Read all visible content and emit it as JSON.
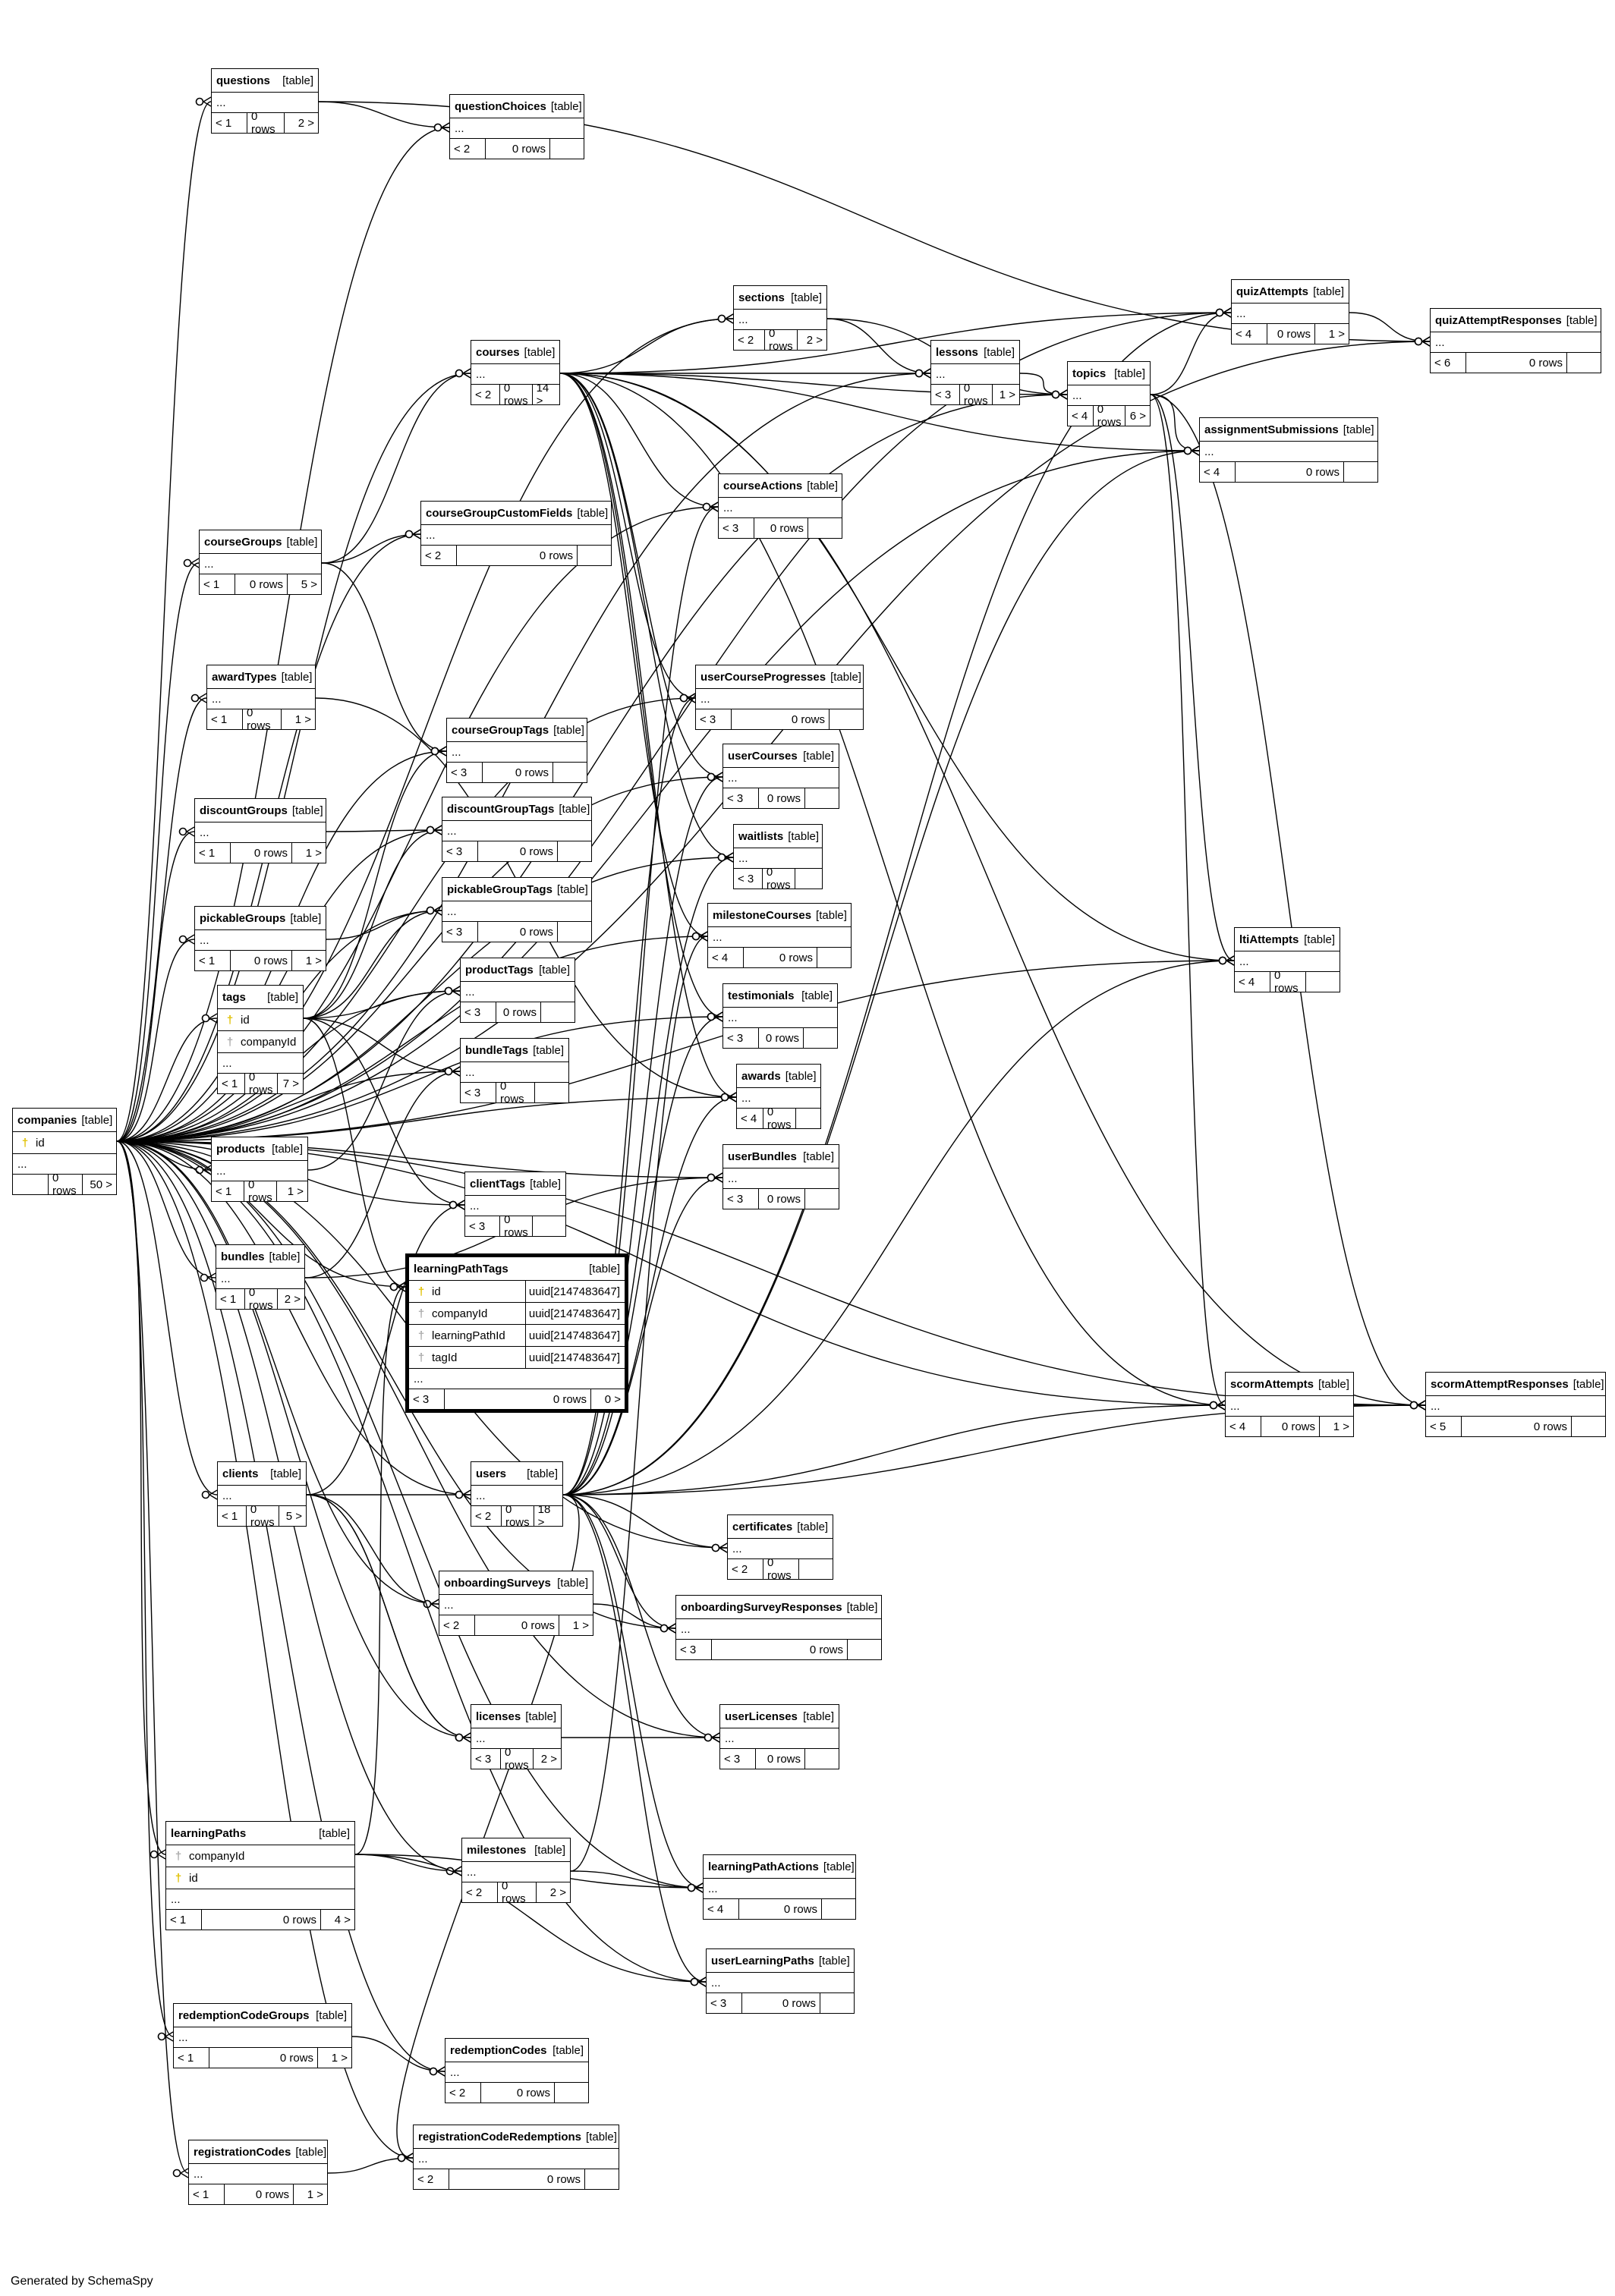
{
  "credit": "Generated by SchemaSpy",
  "kind_label": "[table]",
  "ellipsis": "...",
  "colors": {
    "pk": "#e0c000",
    "fk": "#aaaaaa",
    "line": "#000000"
  },
  "tables": [
    {
      "name": "questions",
      "parents": "< 1",
      "rows": "0 rows",
      "children": "2 >"
    },
    {
      "name": "questionChoices",
      "parents": "< 2",
      "rows": "0 rows",
      "children": ""
    },
    {
      "name": "quizAttempts",
      "parents": "< 4",
      "rows": "0 rows",
      "children": "1 >"
    },
    {
      "name": "quizAttemptResponses",
      "parents": "< 6",
      "rows": "0 rows",
      "children": ""
    },
    {
      "name": "sections",
      "parents": "< 2",
      "rows": "0 rows",
      "children": "2 >"
    },
    {
      "name": "lessons",
      "parents": "< 3",
      "rows": "0 rows",
      "children": "1 >"
    },
    {
      "name": "topics",
      "parents": "< 4",
      "rows": "0 rows",
      "children": "6 >"
    },
    {
      "name": "courses",
      "parents": "< 2",
      "rows": "0 rows",
      "children": "14 >"
    },
    {
      "name": "assignmentSubmissions",
      "parents": "< 4",
      "rows": "0 rows",
      "children": ""
    },
    {
      "name": "courseActions",
      "parents": "< 3",
      "rows": "0 rows",
      "children": ""
    },
    {
      "name": "courseGroupCustomFields",
      "parents": "< 2",
      "rows": "0 rows",
      "children": ""
    },
    {
      "name": "courseGroups",
      "parents": "< 1",
      "rows": "0 rows",
      "children": "5 >"
    },
    {
      "name": "awardTypes",
      "parents": "< 1",
      "rows": "0 rows",
      "children": "1 >"
    },
    {
      "name": "userCourseProgresses",
      "parents": "< 3",
      "rows": "0 rows",
      "children": ""
    },
    {
      "name": "courseGroupTags",
      "parents": "< 3",
      "rows": "0 rows",
      "children": ""
    },
    {
      "name": "userCourses",
      "parents": "< 3",
      "rows": "0 rows",
      "children": ""
    },
    {
      "name": "discountGroups",
      "parents": "< 1",
      "rows": "0 rows",
      "children": "1 >"
    },
    {
      "name": "discountGroupTags",
      "parents": "< 3",
      "rows": "0 rows",
      "children": ""
    },
    {
      "name": "waitlists",
      "parents": "< 3",
      "rows": "0 rows",
      "children": ""
    },
    {
      "name": "pickableGroups",
      "parents": "< 1",
      "rows": "0 rows",
      "children": "1 >"
    },
    {
      "name": "pickableGroupTags",
      "parents": "< 3",
      "rows": "0 rows",
      "children": ""
    },
    {
      "name": "milestoneCourses",
      "parents": "< 4",
      "rows": "0 rows",
      "children": ""
    },
    {
      "name": "ltiAttempts",
      "parents": "< 4",
      "rows": "0 rows",
      "children": ""
    },
    {
      "name": "tags",
      "parents": "< 1",
      "rows": "0 rows",
      "children": "7 >",
      "columns": [
        {
          "name": "id",
          "key": "pk"
        },
        {
          "name": "companyId",
          "key": "fk"
        }
      ]
    },
    {
      "name": "productTags",
      "parents": "< 3",
      "rows": "0 rows",
      "children": ""
    },
    {
      "name": "testimonials",
      "parents": "< 3",
      "rows": "0 rows",
      "children": ""
    },
    {
      "name": "bundleTags",
      "parents": "< 3",
      "rows": "0 rows",
      "children": ""
    },
    {
      "name": "awards",
      "parents": "< 4",
      "rows": "0 rows",
      "children": ""
    },
    {
      "name": "companies",
      "parents": "",
      "rows": "0 rows",
      "children": "50 >",
      "columns": [
        {
          "name": "id",
          "key": "pk"
        }
      ]
    },
    {
      "name": "products",
      "parents": "< 1",
      "rows": "0 rows",
      "children": "1 >"
    },
    {
      "name": "userBundles",
      "parents": "< 3",
      "rows": "0 rows",
      "children": ""
    },
    {
      "name": "clientTags",
      "parents": "< 3",
      "rows": "0 rows",
      "children": ""
    },
    {
      "name": "bundles",
      "parents": "< 1",
      "rows": "0 rows",
      "children": "2 >"
    },
    {
      "name": "learningPathTags",
      "parents": "< 3",
      "rows": "0 rows",
      "children": "0 >",
      "focus": true,
      "columns": [
        {
          "name": "id",
          "key": "pk",
          "type": "uuid[2147483647]"
        },
        {
          "name": "companyId",
          "key": "fk",
          "type": "uuid[2147483647]"
        },
        {
          "name": "learningPathId",
          "key": "fk",
          "type": "uuid[2147483647]"
        },
        {
          "name": "tagId",
          "key": "fk",
          "type": "uuid[2147483647]"
        }
      ]
    },
    {
      "name": "scormAttempts",
      "parents": "< 4",
      "rows": "0 rows",
      "children": "1 >"
    },
    {
      "name": "scormAttemptResponses",
      "parents": "< 5",
      "rows": "0 rows",
      "children": ""
    },
    {
      "name": "clients",
      "parents": "< 1",
      "rows": "0 rows",
      "children": "5 >"
    },
    {
      "name": "users",
      "parents": "< 2",
      "rows": "0 rows",
      "children": "18 >"
    },
    {
      "name": "certificates",
      "parents": "< 2",
      "rows": "0 rows",
      "children": ""
    },
    {
      "name": "onboardingSurveys",
      "parents": "< 2",
      "rows": "0 rows",
      "children": "1 >"
    },
    {
      "name": "onboardingSurveyResponses",
      "parents": "< 3",
      "rows": "0 rows",
      "children": ""
    },
    {
      "name": "licenses",
      "parents": "< 3",
      "rows": "0 rows",
      "children": "2 >"
    },
    {
      "name": "userLicenses",
      "parents": "< 3",
      "rows": "0 rows",
      "children": ""
    },
    {
      "name": "learningPaths",
      "parents": "< 1",
      "rows": "0 rows",
      "children": "4 >",
      "columns": [
        {
          "name": "companyId",
          "key": "fk"
        },
        {
          "name": "id",
          "key": "pk"
        }
      ]
    },
    {
      "name": "milestones",
      "parents": "< 2",
      "rows": "0 rows",
      "children": "2 >"
    },
    {
      "name": "learningPathActions",
      "parents": "< 4",
      "rows": "0 rows",
      "children": ""
    },
    {
      "name": "userLearningPaths",
      "parents": "< 3",
      "rows": "0 rows",
      "children": ""
    },
    {
      "name": "redemptionCodeGroups",
      "parents": "< 1",
      "rows": "0 rows",
      "children": "1 >"
    },
    {
      "name": "redemptionCodes",
      "parents": "< 2",
      "rows": "0 rows",
      "children": ""
    },
    {
      "name": "registrationCodes",
      "parents": "< 1",
      "rows": "0 rows",
      "children": "1 >"
    },
    {
      "name": "registrationCodeRedemptions",
      "parents": "< 2",
      "rows": "0 rows",
      "children": ""
    }
  ],
  "relations": [
    [
      "companies",
      "questions"
    ],
    [
      "companies",
      "questionChoices"
    ],
    [
      "questions",
      "questionChoices"
    ],
    [
      "companies",
      "quizAttempts"
    ],
    [
      "questions",
      "quizAttemptResponses"
    ],
    [
      "quizAttempts",
      "quizAttemptResponses"
    ],
    [
      "companies",
      "quizAttemptResponses"
    ],
    [
      "companies",
      "sections"
    ],
    [
      "courses",
      "sections"
    ],
    [
      "sections",
      "lessons"
    ],
    [
      "courses",
      "lessons"
    ],
    [
      "companies",
      "lessons"
    ],
    [
      "lessons",
      "topics"
    ],
    [
      "sections",
      "topics"
    ],
    [
      "courses",
      "topics"
    ],
    [
      "companies",
      "topics"
    ],
    [
      "companies",
      "courses"
    ],
    [
      "courseGroups",
      "courses"
    ],
    [
      "topics",
      "quizAttempts"
    ],
    [
      "users",
      "quizAttempts"
    ],
    [
      "courses",
      "quizAttempts"
    ],
    [
      "topics",
      "assignmentSubmissions"
    ],
    [
      "users",
      "assignmentSubmissions"
    ],
    [
      "companies",
      "assignmentSubmissions"
    ],
    [
      "courses",
      "assignmentSubmissions"
    ],
    [
      "companies",
      "courseActions"
    ],
    [
      "courses",
      "courseActions"
    ],
    [
      "users",
      "courseActions"
    ],
    [
      "companies",
      "courseGroups"
    ],
    [
      "courseGroups",
      "courseGroupCustomFields"
    ],
    [
      "companies",
      "courseGroupCustomFields"
    ],
    [
      "companies",
      "awardTypes"
    ],
    [
      "awardTypes",
      "awards"
    ],
    [
      "courses",
      "userCourseProgresses"
    ],
    [
      "users",
      "userCourseProgresses"
    ],
    [
      "companies",
      "userCourseProgresses"
    ],
    [
      "courseGroups",
      "courseGroupTags"
    ],
    [
      "tags",
      "courseGroupTags"
    ],
    [
      "companies",
      "courseGroupTags"
    ],
    [
      "courses",
      "userCourses"
    ],
    [
      "users",
      "userCourses"
    ],
    [
      "companies",
      "userCourses"
    ],
    [
      "companies",
      "discountGroups"
    ],
    [
      "discountGroups",
      "discountGroupTags"
    ],
    [
      "tags",
      "discountGroupTags"
    ],
    [
      "companies",
      "discountGroupTags"
    ],
    [
      "courses",
      "waitlists"
    ],
    [
      "users",
      "waitlists"
    ],
    [
      "companies",
      "waitlists"
    ],
    [
      "companies",
      "pickableGroups"
    ],
    [
      "pickableGroups",
      "pickableGroupTags"
    ],
    [
      "tags",
      "pickableGroupTags"
    ],
    [
      "companies",
      "pickableGroupTags"
    ],
    [
      "courses",
      "milestoneCourses"
    ],
    [
      "milestones",
      "milestoneCourses"
    ],
    [
      "companies",
      "milestoneCourses"
    ],
    [
      "topics",
      "ltiAttempts"
    ],
    [
      "users",
      "ltiAttempts"
    ],
    [
      "courses",
      "ltiAttempts"
    ],
    [
      "companies",
      "ltiAttempts"
    ],
    [
      "companies",
      "tags"
    ],
    [
      "tags",
      "productTags"
    ],
    [
      "products",
      "productTags"
    ],
    [
      "companies",
      "productTags"
    ],
    [
      "courses",
      "testimonials"
    ],
    [
      "users",
      "testimonials"
    ],
    [
      "companies",
      "testimonials"
    ],
    [
      "tags",
      "bundleTags"
    ],
    [
      "bundles",
      "bundleTags"
    ],
    [
      "companies",
      "bundleTags"
    ],
    [
      "courses",
      "awards"
    ],
    [
      "users",
      "awards"
    ],
    [
      "companies",
      "awards"
    ],
    [
      "companies",
      "products"
    ],
    [
      "bundles",
      "userBundles"
    ],
    [
      "users",
      "userBundles"
    ],
    [
      "companies",
      "userBundles"
    ],
    [
      "tags",
      "clientTags"
    ],
    [
      "clients",
      "clientTags"
    ],
    [
      "companies",
      "clientTags"
    ],
    [
      "companies",
      "bundles"
    ],
    [
      "companies",
      "learningPathTags"
    ],
    [
      "tags",
      "learningPathTags"
    ],
    [
      "learningPaths",
      "learningPathTags"
    ],
    [
      "topics",
      "scormAttempts"
    ],
    [
      "users",
      "scormAttempts"
    ],
    [
      "courses",
      "scormAttempts"
    ],
    [
      "companies",
      "scormAttempts"
    ],
    [
      "scormAttempts",
      "scormAttemptResponses"
    ],
    [
      "topics",
      "scormAttemptResponses"
    ],
    [
      "users",
      "scormAttemptResponses"
    ],
    [
      "courses",
      "scormAttemptResponses"
    ],
    [
      "companies",
      "scormAttemptResponses"
    ],
    [
      "companies",
      "clients"
    ],
    [
      "companies",
      "users"
    ],
    [
      "clients",
      "users"
    ],
    [
      "users",
      "certificates"
    ],
    [
      "companies",
      "certificates"
    ],
    [
      "companies",
      "onboardingSurveys"
    ],
    [
      "clients",
      "onboardingSurveys"
    ],
    [
      "onboardingSurveys",
      "onboardingSurveyResponses"
    ],
    [
      "users",
      "onboardingSurveyResponses"
    ],
    [
      "companies",
      "onboardingSurveyResponses"
    ],
    [
      "companies",
      "licenses"
    ],
    [
      "clients",
      "licenses"
    ],
    [
      "clients",
      "licenses"
    ],
    [
      "licenses",
      "userLicenses"
    ],
    [
      "users",
      "userLicenses"
    ],
    [
      "companies",
      "userLicenses"
    ],
    [
      "companies",
      "learningPaths"
    ],
    [
      "companies",
      "milestones"
    ],
    [
      "learningPaths",
      "milestones"
    ],
    [
      "milestones",
      "learningPathActions"
    ],
    [
      "learningPaths",
      "learningPathActions"
    ],
    [
      "companies",
      "learningPathActions"
    ],
    [
      "users",
      "learningPathActions"
    ],
    [
      "learningPaths",
      "userLearningPaths"
    ],
    [
      "users",
      "userLearningPaths"
    ],
    [
      "companies",
      "userLearningPaths"
    ],
    [
      "companies",
      "redemptionCodeGroups"
    ],
    [
      "redemptionCodeGroups",
      "redemptionCodes"
    ],
    [
      "companies",
      "redemptionCodes"
    ],
    [
      "companies",
      "registrationCodes"
    ],
    [
      "registrationCodes",
      "registrationCodeRedemptions"
    ],
    [
      "companies",
      "registrationCodeRedemptions"
    ],
    [
      "users",
      "registrationCodeRedemptions"
    ]
  ]
}
